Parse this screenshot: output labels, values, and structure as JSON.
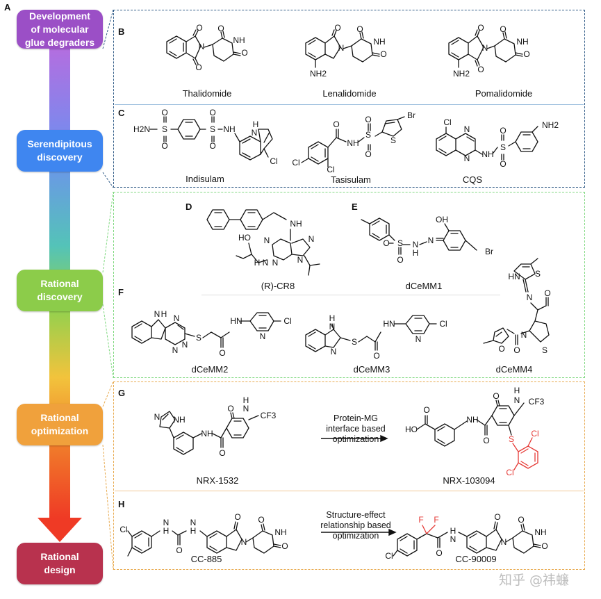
{
  "figure_label": "A",
  "stages": [
    {
      "id": "development",
      "label": "Development\nof  molecular\nglue degraders",
      "color": "#9b4fc6"
    },
    {
      "id": "serendipitous",
      "label": "Serendipitous\ndiscovery",
      "color": "#3f86f0"
    },
    {
      "id": "rational-discovery",
      "label": "Rational\ndiscovery",
      "color": "#8ccc4a"
    },
    {
      "id": "rational-optimization",
      "label": "Rational\noptimization",
      "color": "#f0a13c"
    },
    {
      "id": "rational-design",
      "label": "Rational\ndesign",
      "color": "#b8324e"
    }
  ],
  "panels": {
    "B": {
      "letter": "B",
      "compounds": [
        "Thalidomide",
        "Lenalidomide",
        "Pomalidomide"
      ]
    },
    "C": {
      "letter": "C",
      "compounds": [
        "Indisulam",
        "Tasisulam",
        "CQS"
      ]
    },
    "D": {
      "letter": "D",
      "compounds": [
        "(R)-CR8"
      ]
    },
    "E": {
      "letter": "E",
      "compounds": [
        "dCeMM1"
      ]
    },
    "F": {
      "letter": "F",
      "compounds": [
        "dCeMM2",
        "dCeMM3",
        "dCeMM4"
      ]
    },
    "G": {
      "letter": "G",
      "compounds": [
        "NRX-1532",
        "NRX-103094"
      ],
      "arrow_label": "Protein-MG\ninterface based\noptimization"
    },
    "H": {
      "letter": "H",
      "compounds": [
        "CC-885",
        "CC-90009"
      ],
      "arrow_label": "Structure-effect\nrelationship based\noptimization"
    }
  },
  "atoms": {
    "O": "O",
    "N": "N",
    "NH": "NH",
    "H": "H",
    "HN": "HN",
    "NH2": "NH2",
    "H2N": "H2N",
    "S": "S",
    "Cl": "Cl",
    "Br": "Br",
    "F": "F",
    "CF3": "CF3",
    "HO": "HO",
    "OH": "OH",
    "N2": "N"
  },
  "colors": {
    "highlight": "#e53935",
    "blue_frame": "#2f5a86",
    "green_frame": "#7fd87f",
    "orange_frame": "#e8a94d"
  },
  "watermark": "知乎 @祎蠊"
}
